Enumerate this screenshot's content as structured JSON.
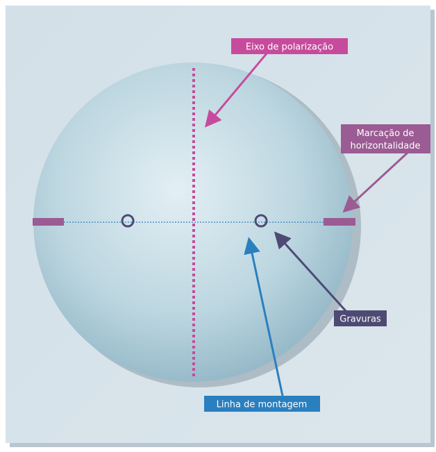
{
  "labels": {
    "polarization_axis": "Eixo de polarização",
    "horizontality_mark_line1": "Marcação de",
    "horizontality_mark_line2": "horizontalidade",
    "engravings": "Gravuras",
    "mounting_line": "Linha de montagem"
  },
  "colors": {
    "panel_background": "#d7e3ea",
    "panel_shadow": "#b9c6cf",
    "lens_fill_center": "#d9e9ef",
    "lens_fill_edge": "#9dbfcd",
    "lens_shadow": "#aebcc6",
    "polarization_accent": "#c74b9c",
    "horizontality_accent": "#9b5b93",
    "engravings_accent": "#4e4a74",
    "mounting_line_accent": "#2a7fbf",
    "dotted_line": "#2f7fc1",
    "label_text": "#ffffff"
  }
}
